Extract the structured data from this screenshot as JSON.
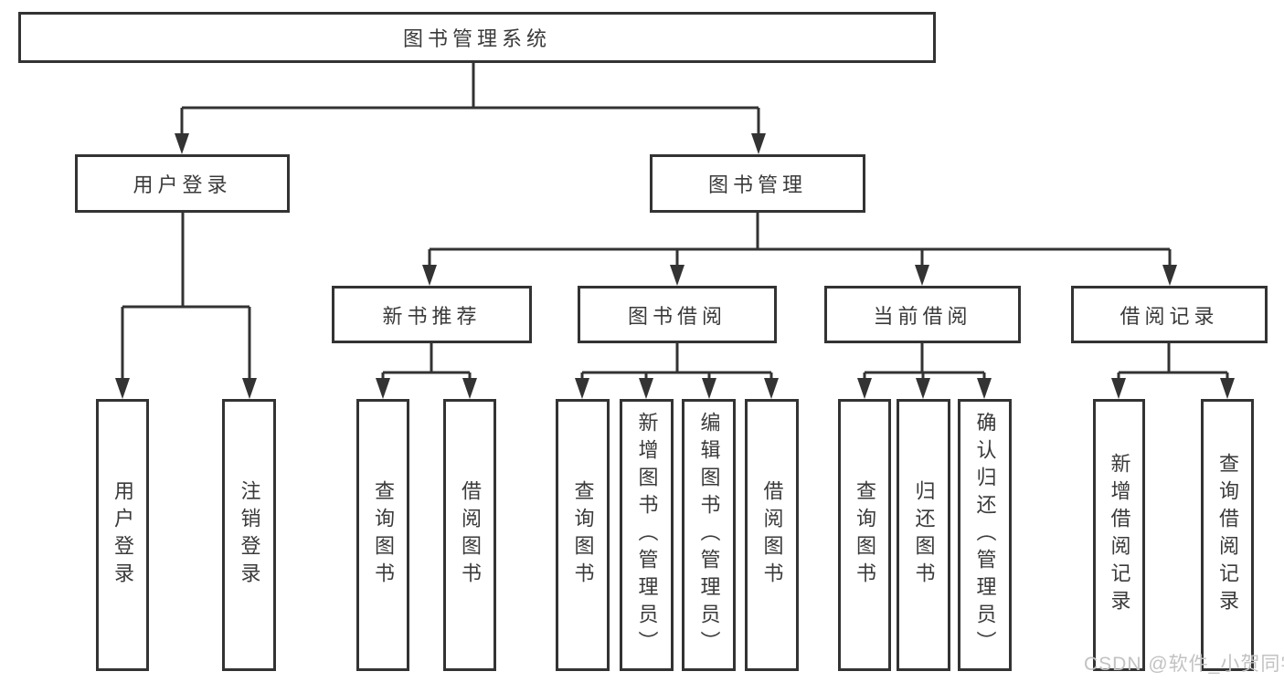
{
  "diagram": {
    "type": "tree",
    "root": {
      "label": "图书管理系统"
    },
    "branches": [
      {
        "label": "用户登录",
        "children": [
          {
            "label": "用户登录"
          },
          {
            "label": "注销登录"
          }
        ]
      },
      {
        "label": "图书管理",
        "groups": [
          {
            "label": "新书推荐",
            "children": [
              {
                "label": "查询图书"
              },
              {
                "label": "借阅图书"
              }
            ]
          },
          {
            "label": "图书借阅",
            "children": [
              {
                "label": "查询图书"
              },
              {
                "label": "新增图书（管理员）"
              },
              {
                "label": "编辑图书（管理员）"
              },
              {
                "label": "借阅图书"
              }
            ]
          },
          {
            "label": "当前借阅",
            "children": [
              {
                "label": "查询图书"
              },
              {
                "label": "归还图书"
              },
              {
                "label": "确认归还（管理员）"
              }
            ]
          },
          {
            "label": "借阅记录",
            "children": [
              {
                "label": "新增借阅记录"
              },
              {
                "label": "查询借阅记录"
              }
            ]
          }
        ]
      }
    ],
    "colors": {
      "line": "#333333",
      "text": "#3a3a3a",
      "background": "#ffffff",
      "watermark": "#c2c2c2"
    }
  },
  "watermark": {
    "text": "CSDN @软件_小贺同学"
  }
}
